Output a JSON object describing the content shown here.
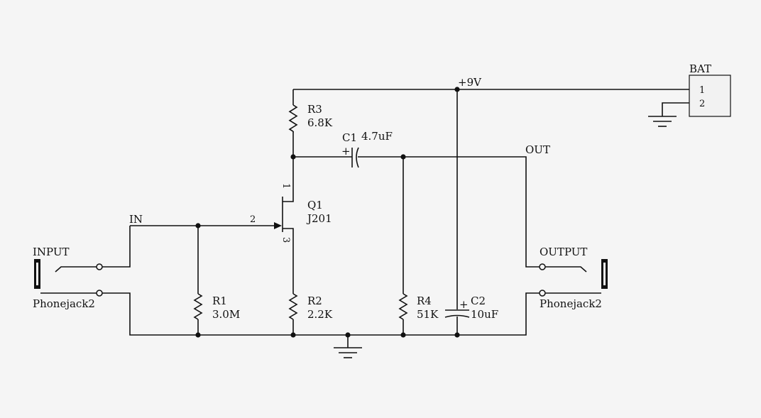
{
  "labels": {
    "supply": "+9V",
    "bat": "BAT",
    "bat_pin1": "1",
    "bat_pin2": "2",
    "r3_name": "R3",
    "r3_value": "6.8K",
    "c1_name": "C1",
    "c1_value": "4.7uF",
    "out": "OUT",
    "q1_name": "Q1",
    "q1_part": "J201",
    "q1_pin1": "1",
    "q1_pin2": "2",
    "q1_pin3": "3",
    "in": "IN",
    "input_jack": "INPUT",
    "input_jack_type": "Phonejack2",
    "output_jack": "OUTPUT",
    "output_jack_type": "Phonejack2",
    "r1_name": "R1",
    "r1_value": "3.0M",
    "r2_name": "R2",
    "r2_value": "2.2K",
    "r4_name": "R4",
    "r4_value": "51K",
    "c2_name": "C2",
    "c2_value": "10uF",
    "c1_polarity": "+",
    "c2_polarity": "+"
  },
  "colors": {
    "background": "#f5f5f5",
    "ink": "#111111",
    "battery_fill": "#f2f2f2"
  }
}
